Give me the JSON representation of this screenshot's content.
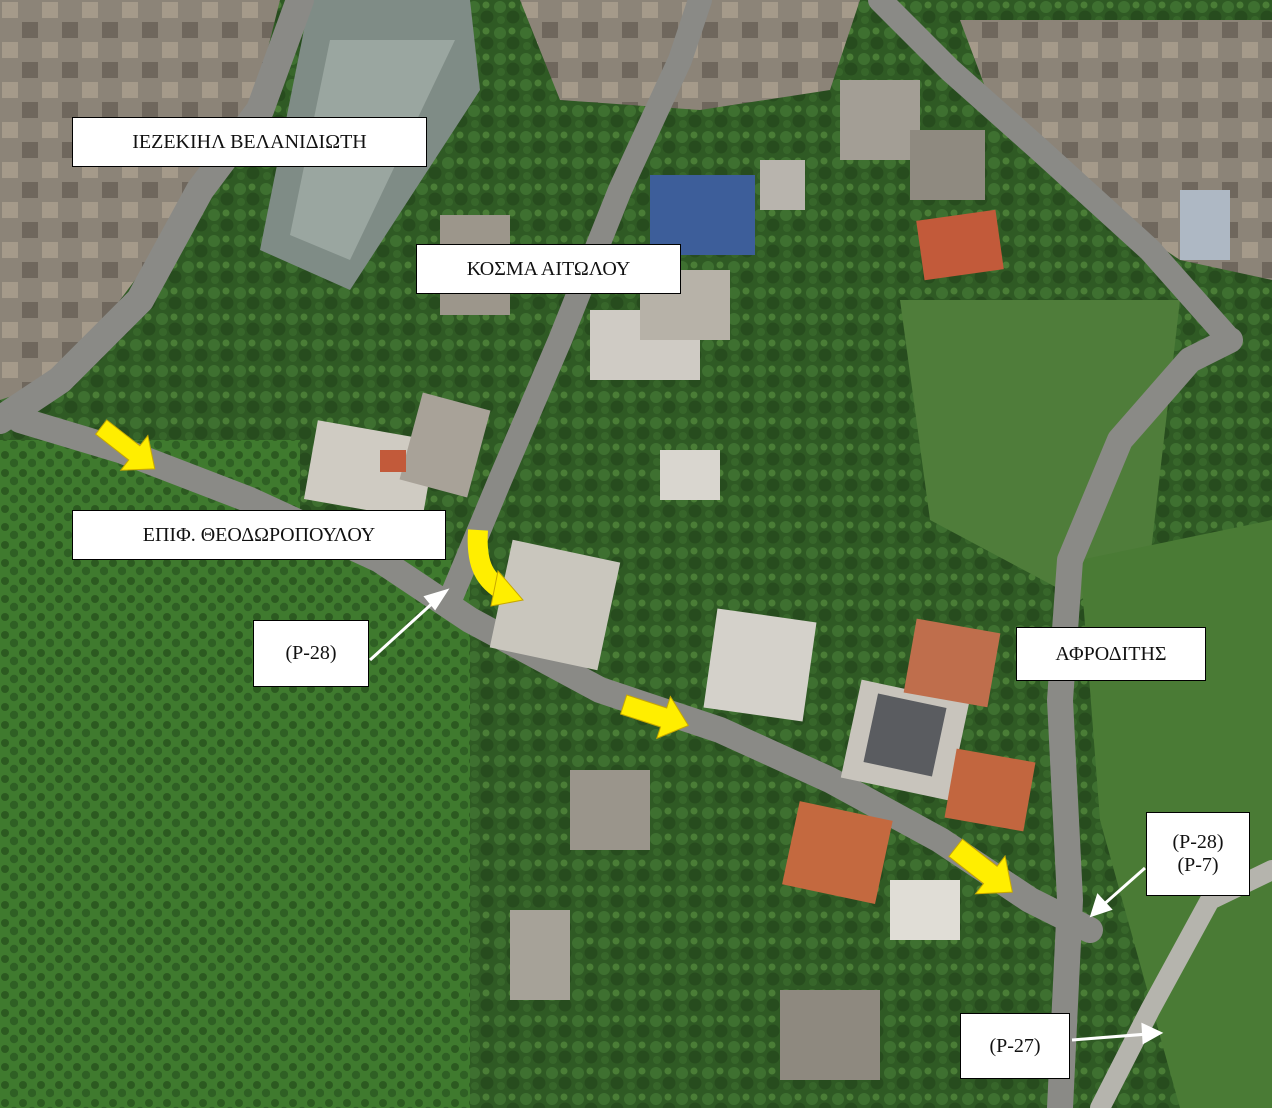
{
  "map": {
    "streets": {
      "iezekiil": "ΙΕΖΕΚΙΗΛ ΒΕΛΑΝΙΔΙΩΤΗ",
      "kosma": "ΚΟΣΜΑ ΑΙΤΩΛΟΥ",
      "epif": "ΕΠΙΦ. ΘΕΟΔΩΡΟΠΟΥΛΟΥ",
      "afroditis": "ΑΦΡΟΔΙΤΗΣ"
    },
    "points": {
      "p28_left": "(P-28)",
      "p28_right": "(P-28)",
      "p7_right": "(P-7)",
      "p27": "(P-27)"
    },
    "colors": {
      "direction_arrow": "#ffee00",
      "pointer_arrow": "#ffffff",
      "vegetation": "#2f5a24",
      "road": "#8a8a86",
      "label_background": "#ffffff",
      "label_border": "#000000"
    },
    "icons": [
      "direction-arrow-icon",
      "pointer-arrow-icon"
    ]
  }
}
